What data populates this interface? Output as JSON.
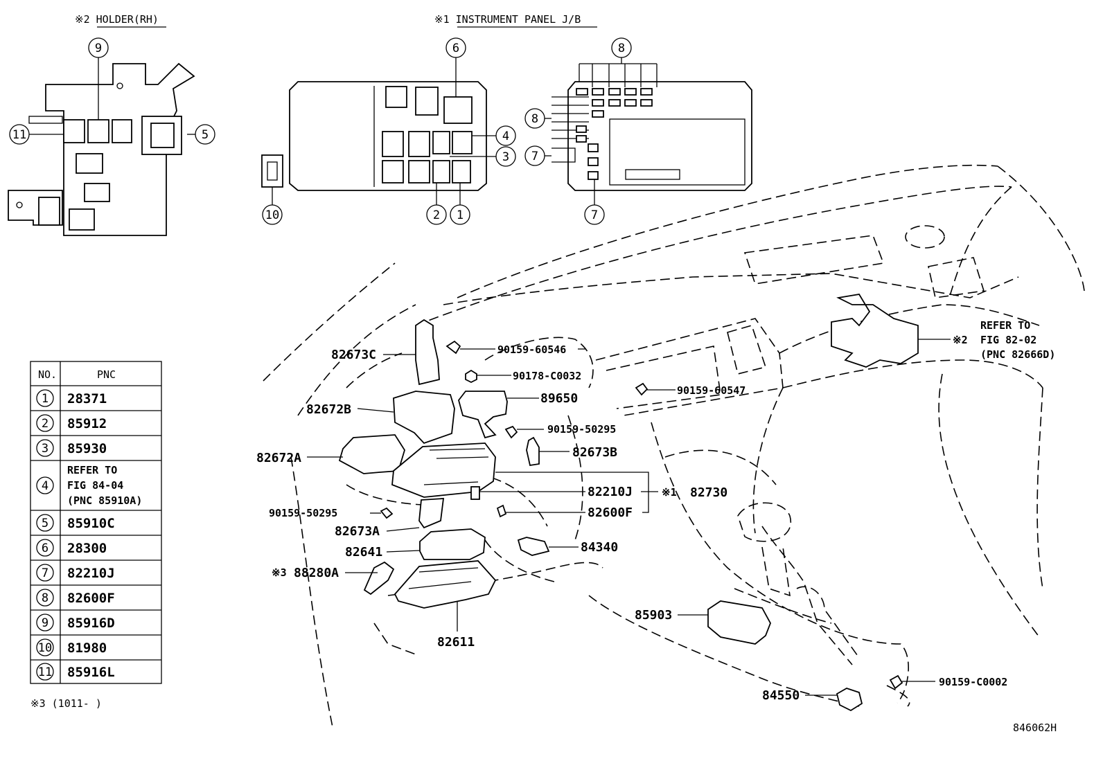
{
  "titles": {
    "holder": "※2 HOLDER(RH)",
    "junction_block": "※1 INSTRUMENT PANEL J/B"
  },
  "callouts": {
    "c1": "1",
    "c2": "2",
    "c3": "3",
    "c4": "4",
    "c5": "5",
    "c6": "6",
    "c7a": "7",
    "c7b": "7",
    "c8a": "8",
    "c8b": "8",
    "c9": "9",
    "c10": "10",
    "c11": "11"
  },
  "parts": {
    "p82673C": "82673C",
    "p90159_60546": "90159-60546",
    "p90178_C0032": "90178-C0032",
    "p89650": "89650",
    "p82672B": "82672B",
    "p90159_50295_r": "90159-50295",
    "p90159_60547": "90159-60547",
    "p82672A": "82672A",
    "p82673B": "82673B",
    "p82210J": "82210J",
    "p82730_mark": "※1",
    "p82730": "82730",
    "p90159_50295_l": "90159-50295",
    "p82600F": "82600F",
    "p82673A": "82673A",
    "p82641": "82641",
    "p84340": "84340",
    "p88280A_mark": "※3",
    "p88280A": "88280A",
    "p82611": "82611",
    "p85903": "85903",
    "p84550": "84550",
    "p90159_C0002": "90159-C0002"
  },
  "refer_note": {
    "mark": "※2",
    "line1": "REFER TO",
    "line2": "FIG 82-02",
    "line3": "(PNC 82666D)"
  },
  "pnc_table": {
    "header_no": "NO.",
    "header_pnc": "PNC",
    "rows": [
      {
        "no": "1",
        "pnc": [
          "28371"
        ]
      },
      {
        "no": "2",
        "pnc": [
          "85912"
        ]
      },
      {
        "no": "3",
        "pnc": [
          "85930"
        ]
      },
      {
        "no": "4",
        "pnc": [
          "REFER TO",
          "FIG 84-04",
          "(PNC 85910A)"
        ]
      },
      {
        "no": "5",
        "pnc": [
          "85910C"
        ]
      },
      {
        "no": "6",
        "pnc": [
          "28300"
        ]
      },
      {
        "no": "7",
        "pnc": [
          "82210J"
        ]
      },
      {
        "no": "8",
        "pnc": [
          "82600F"
        ]
      },
      {
        "no": "9",
        "pnc": [
          "85916D"
        ]
      },
      {
        "no": "10",
        "pnc": [
          "81980"
        ]
      },
      {
        "no": "11",
        "pnc": [
          "85916L"
        ]
      }
    ]
  },
  "footnote": "※3 (1011-      )",
  "figure_id": "846062H"
}
